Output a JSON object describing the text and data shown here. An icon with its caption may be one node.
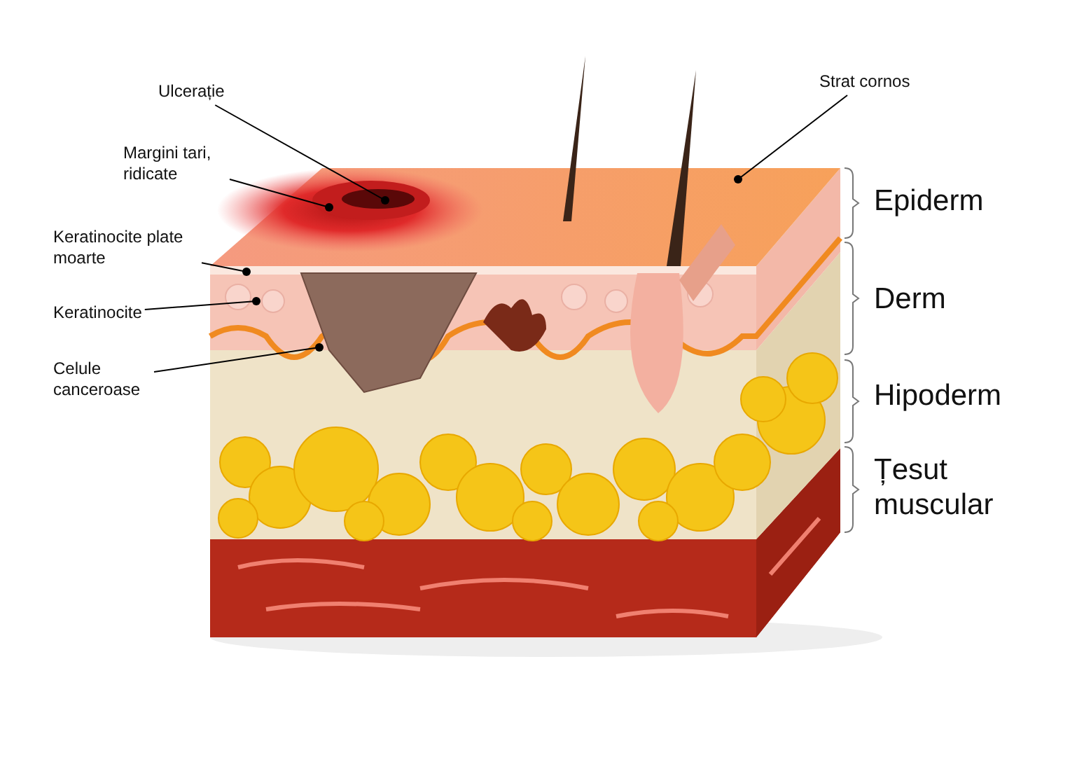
{
  "diagram": {
    "nodes": [
      {
        "text": [
          "Ulcerație"
        ]
      },
      {
        "text": [
          "Margini tari, ridicate"
        ]
      },
      {
        "text": [
          "Strat cornos"
        ]
      },
      {
        "text": [
          "Keratinocite plate moarte"
        ]
      },
      {
        "text": [
          "Keratinocite"
        ]
      },
      {
        "text": [
          "Celule canceroase"
        ]
      }
    ],
    "edges": [
      {
        "from": 0,
        "to": null,
        "arrow": "other"
      },
      {
        "from": 1,
        "to": null,
        "arrow": "other"
      },
      {
        "from": 2,
        "to": null,
        "arrow": "other"
      },
      {
        "from": 3,
        "to": null,
        "arrow": "other"
      },
      {
        "from": 4,
        "to": null,
        "arrow": "other"
      },
      {
        "from": 5,
        "to": null,
        "arrow": "other"
      }
    ],
    "labels": [
      "Epiderm",
      "Derm",
      "Hipoderm",
      "Țesut muscular"
    ]
  }
}
